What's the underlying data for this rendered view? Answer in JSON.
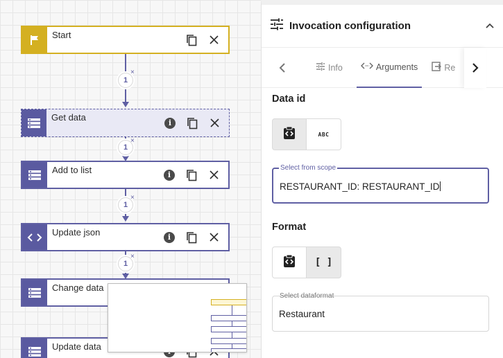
{
  "canvas": {
    "nodes": [
      {
        "title": "Start",
        "type": "start"
      },
      {
        "title": "Get data",
        "type": "data"
      },
      {
        "title": "Add to list",
        "type": "data"
      },
      {
        "title": "Update json",
        "type": "code"
      },
      {
        "title": "Change data",
        "type": "data"
      },
      {
        "title": "Update data",
        "type": "data"
      }
    ],
    "step_labels": [
      "1",
      "1",
      "1",
      "1"
    ],
    "remove_glyph": "×"
  },
  "panel": {
    "title": "Invocation configuration",
    "tabs": [
      {
        "label": "Info",
        "icon": "sliders-icon"
      },
      {
        "label": "Arguments",
        "icon": "code-brackets-icon"
      },
      {
        "label": "Re",
        "icon": "export-icon"
      }
    ],
    "data_id": {
      "title": "Data id",
      "toggle_text_label": "ABC",
      "field_label": "Select from scope",
      "field_value": "RESTAURANT_ID: RESTAURANT_ID"
    },
    "format": {
      "title": "Format",
      "toggle_list_label": "[ ]",
      "field_label": "Select dataformat",
      "field_value": "Restaurant"
    }
  },
  "colors": {
    "accent": "#5f5fa3",
    "start": "#d4b021"
  }
}
